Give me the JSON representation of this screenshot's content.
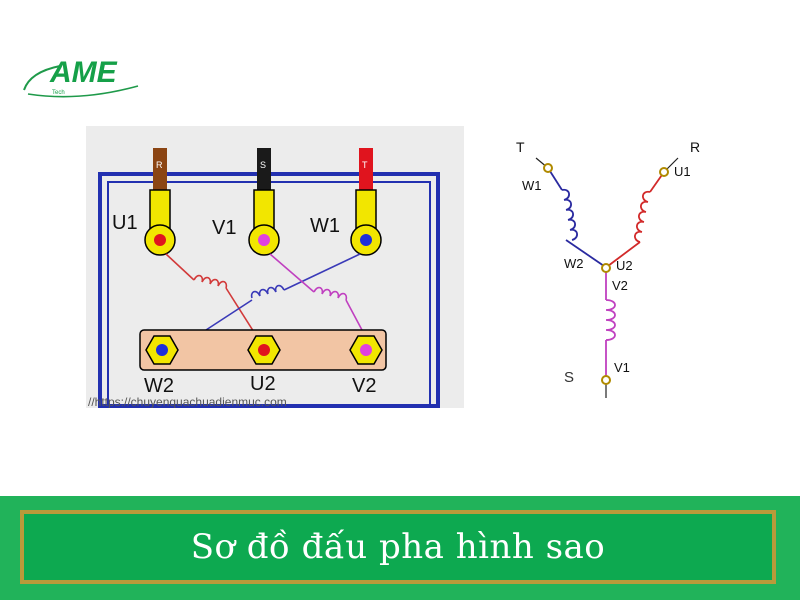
{
  "logo": {
    "brand": "AME",
    "sub": "Tech"
  },
  "terminal_box": {
    "top_terminals": [
      {
        "id": "U1",
        "wire_letter": "R",
        "wire_color": "#8B4513",
        "dot_color": "#e0141e"
      },
      {
        "id": "V1",
        "wire_letter": "S",
        "wire_color": "#1a1a1a",
        "dot_color": "#e040e0"
      },
      {
        "id": "W1",
        "wire_letter": "T",
        "wire_color": "#e0141e",
        "dot_color": "#1e2fd8"
      }
    ],
    "bottom_terminals": [
      {
        "id": "W2",
        "dot_color": "#1e2fd8"
      },
      {
        "id": "U2",
        "dot_color": "#e0141e"
      },
      {
        "id": "V2",
        "dot_color": "#e040e0"
      }
    ],
    "watermark": "//https://chuyenquachuadienmuc.com"
  },
  "star_diagram": {
    "line_T": "T",
    "line_R": "R",
    "line_S": "S",
    "coil_T_top": "W1",
    "coil_T_bottom": "W2",
    "coil_R_top": "U1",
    "coil_R_bottom": "U2",
    "coil_S_top": "V2",
    "coil_S_bottom": "V1",
    "colors": {
      "T": "#2a2aa0",
      "R": "#d22a2a",
      "S": "#c040c0"
    }
  },
  "caption": "Sơ đồ đấu pha hình sao",
  "colors": {
    "footer_band": "#21b35a",
    "footer_frame": "#b99a3a",
    "footer_inner": "#0da950"
  }
}
